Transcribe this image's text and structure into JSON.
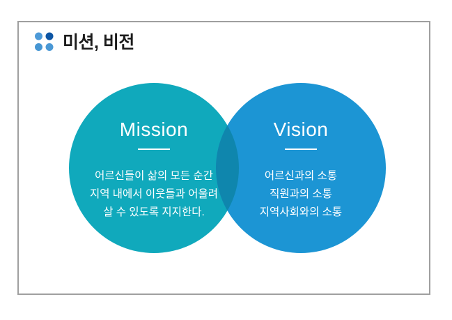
{
  "slide": {
    "header": {
      "title": "미션, 비전",
      "dot_colors": [
        "#4d9ad8",
        "#0d55a4",
        "#4696d3",
        "#4a98d5"
      ]
    },
    "mission": {
      "heading": "Mission",
      "circle_color": "#10a9bc",
      "lines": [
        "어르신들이 삶의 모든 순간",
        "지역 내에서 이웃들과 어울려",
        "살 수 있도록 지지한다."
      ]
    },
    "vision": {
      "heading": "Vision",
      "circle_color": "#1c95d4",
      "lines": [
        "어르신과의 소통",
        "직원과의 소통",
        "지역사회와의 소통"
      ]
    },
    "overlap_color": "#0f86ad"
  }
}
